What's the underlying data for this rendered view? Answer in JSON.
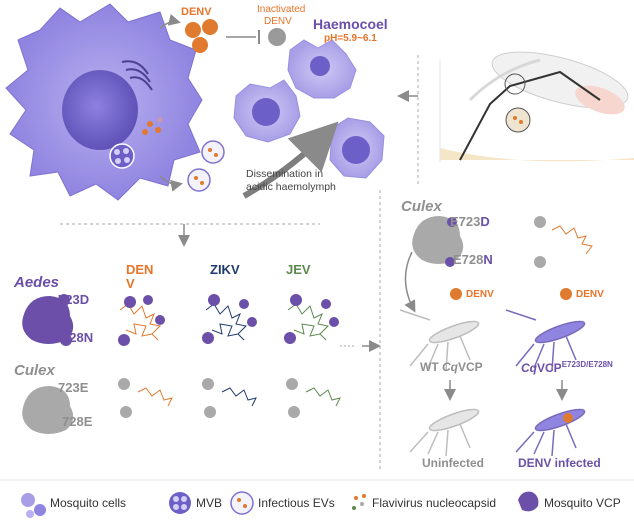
{
  "top": {
    "denv": "DENV",
    "inactivated_line1": "Inactivated",
    "inactivated_line2": "DENV",
    "haemocoel": "Haemocoel",
    "ph": "pH=5.9~6.1",
    "dissemination_line1": "Dissemination in",
    "dissemination_line2": "acidic haemolymph"
  },
  "left_panel": {
    "aedes": "Aedes",
    "culex": "Culex",
    "aedes_res1": "723D",
    "aedes_res2": "728N",
    "culex_res1": "723E",
    "culex_res2": "728E",
    "col_denv_line1": "DEN",
    "col_denv_line2": "V",
    "col_zikv": "ZIKV",
    "col_jev": "JEV"
  },
  "right_panel": {
    "culex": "Culex",
    "res1_prefix": "E723",
    "res1_mut": "D",
    "res2_prefix": "E728",
    "res2_mut": "N",
    "denv_left": "DENV",
    "denv_right": "DENV",
    "wt_prefix": "WT ",
    "wt_gene": "Cq",
    "wt_suffix": "VCP",
    "mut_gene": "Cq",
    "mut_vcp": "VCP",
    "mut_sup": "E723D/E728N",
    "uninfected": "Uninfected",
    "denv_infected": "DENV infected"
  },
  "legend": {
    "mosquito_cells": "Mosquito cells",
    "mvb": "MVB",
    "infectious_evs": "Infectious EVs",
    "nucleocapsid": "Flavivirus nucleocapsid",
    "vcp": "Mosquito VCP"
  },
  "colors": {
    "cell": "#8f84e0",
    "nucleus": "#6c5fc7",
    "denv": "#e07a2e",
    "zikv": "#1f3b6e",
    "jev": "#5d8a4e",
    "vcp_purple": "#6b4fa8",
    "vcp_grey": "#a9a9a9"
  }
}
